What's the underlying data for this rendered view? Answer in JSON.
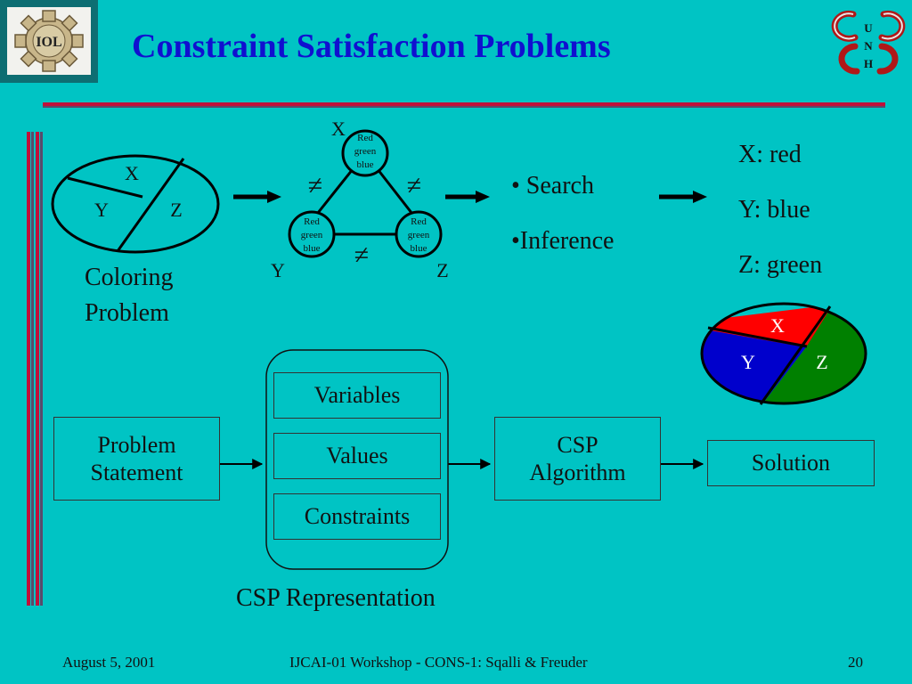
{
  "slide": {
    "title": "Constraint Satisfaction Problems",
    "logo_left": "IOL",
    "logo_right_letters": [
      "U",
      "N",
      "H"
    ]
  },
  "coloring_problem": {
    "regions": [
      "X",
      "Y",
      "Z"
    ],
    "caption": [
      "Coloring",
      "Problem"
    ]
  },
  "constraint_graph": {
    "nodes": [
      {
        "label": "X",
        "domain": [
          "Red",
          "green",
          "blue"
        ]
      },
      {
        "label": "Y",
        "domain": [
          "Red",
          "green",
          "blue"
        ]
      },
      {
        "label": "Z",
        "domain": [
          "Red",
          "green",
          "blue"
        ]
      }
    ],
    "not_equal_symbol": "≠"
  },
  "methods": [
    "• Search",
    "•Inference"
  ],
  "solution_assignments": [
    "X: red",
    "Y: blue",
    "Z: green"
  ],
  "colored_map": {
    "regions": [
      {
        "label": "X",
        "color": "#ff0000"
      },
      {
        "label": "Y",
        "color": "#0000cc"
      },
      {
        "label": "Z",
        "color": "#008000"
      }
    ]
  },
  "flow": {
    "problem_statement": [
      "Problem",
      "Statement"
    ],
    "representation_items": [
      "Variables",
      "Values",
      "Constraints"
    ],
    "representation_caption": "CSP Representation",
    "algorithm": [
      "CSP",
      "Algorithm"
    ],
    "solution": "Solution"
  },
  "footer": {
    "date": "August 5, 2001",
    "event": "IJCAI-01 Workshop - CONS-1: Sqalli & Freuder",
    "page": "20"
  }
}
